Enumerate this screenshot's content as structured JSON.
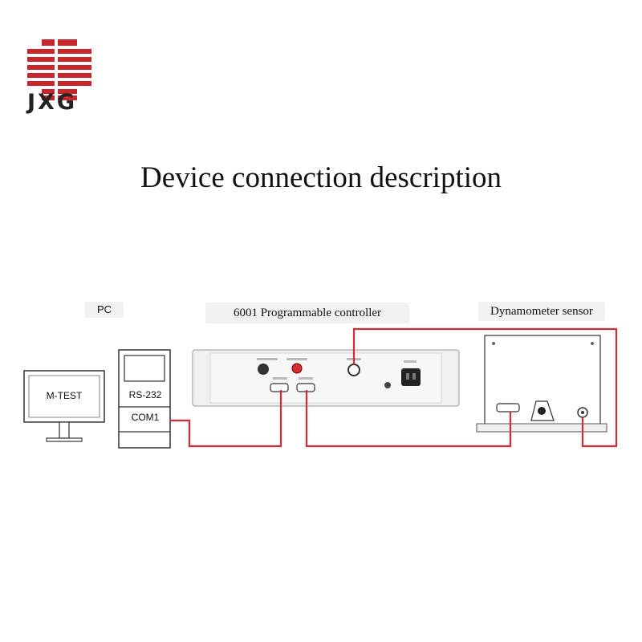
{
  "brand": {
    "name": "JXG",
    "logo_icon": "jxg-logo-icon",
    "logo_color": "#c8262b"
  },
  "title": "Device connection description",
  "devices": {
    "pc": {
      "label": "PC",
      "monitor_text": "M-TEST",
      "port_top": "RS-232",
      "port_bottom": "COM1"
    },
    "controller": {
      "label": "6001 Programmable controller"
    },
    "sensor": {
      "label": "Dynamometer sensor"
    }
  },
  "colors": {
    "cable": "#d62b30",
    "outline": "#333333",
    "panel": "#f0f0f0"
  }
}
